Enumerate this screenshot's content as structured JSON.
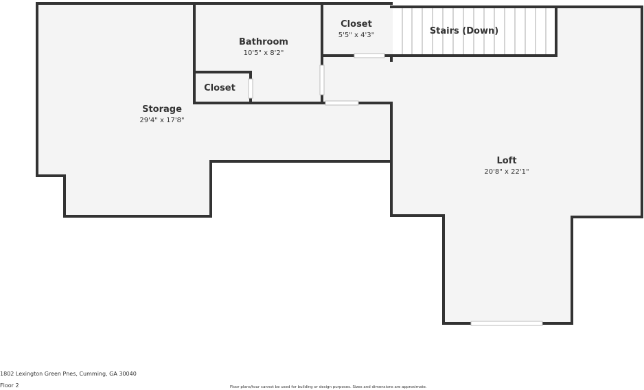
{
  "rooms": {
    "storage": {
      "name": "Storage",
      "dims": "29'4\" x 17'8\""
    },
    "bathroom": {
      "name": "Bathroom",
      "dims": "10'5\" x 8'2\""
    },
    "closet_small": {
      "name": "Closet"
    },
    "closet_top": {
      "name": "Closet",
      "dims": "5'5\" x 4'3\""
    },
    "stairs": {
      "name": "Stairs (Down)"
    },
    "loft": {
      "name": "Loft",
      "dims": "20'8\" x 22'1\""
    }
  },
  "footer": {
    "address": "1802 Lexington Green Pnes, Cumming, GA 30040",
    "floor": "Floor 2",
    "disclaimer": "Floor plans/tour cannot be used for building or design purposes. Sizes and dimensions are approximate."
  },
  "colors": {
    "wall": "#333333",
    "floor_fill": "#f4f4f4",
    "opening": "#ffffff",
    "text": "#333333"
  }
}
